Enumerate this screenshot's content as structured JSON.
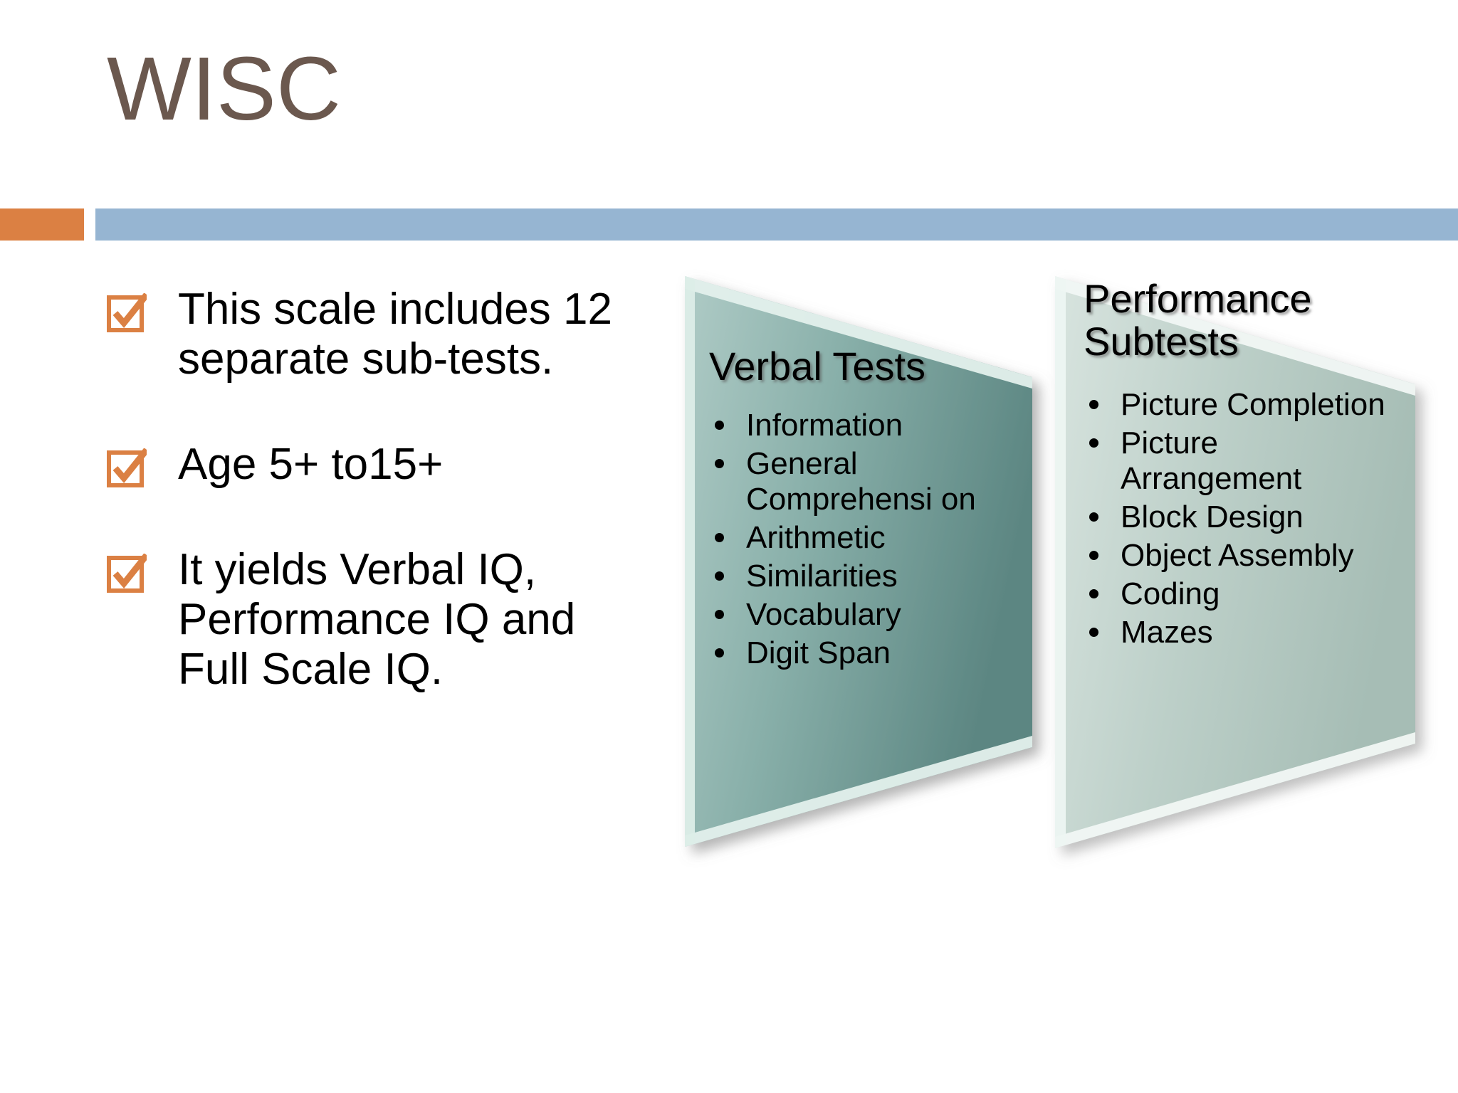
{
  "slide": {
    "title": "WISC",
    "background_color": "#FFFFFF",
    "title_color": "#6B584E",
    "accent_color": "#DB8043",
    "bar_color": "#96B5D2"
  },
  "divider": {
    "accent_name": "orange-accent-block",
    "bar_name": "blue-divider-bar"
  },
  "bullets": [
    {
      "icon": "checked-checkbox-icon",
      "text": "This scale includes 12 separate sub-tests."
    },
    {
      "icon": "checked-checkbox-icon",
      "text": "Age 5+ to15+"
    },
    {
      "icon": "checked-checkbox-icon",
      "text": "It yields Verbal IQ, Performance IQ and Full Scale IQ."
    }
  ],
  "panels": [
    {
      "id": "verbal",
      "heading": "Verbal Tests",
      "fill_start": "#A8C6C0",
      "fill_end": "#5E8883",
      "items": [
        "Information",
        "General Comprehensi on",
        "Arithmetic",
        "Similarities",
        "Vocabulary",
        "Digit Span"
      ]
    },
    {
      "id": "performance",
      "heading": "Performance Subtests",
      "fill_start": "#D3E0DB",
      "fill_end": "#A9C0B8",
      "items": [
        "Picture Completion",
        "Picture Arrangement",
        "Block Design",
        "Object Assembly",
        "Coding",
        "Mazes"
      ]
    }
  ]
}
